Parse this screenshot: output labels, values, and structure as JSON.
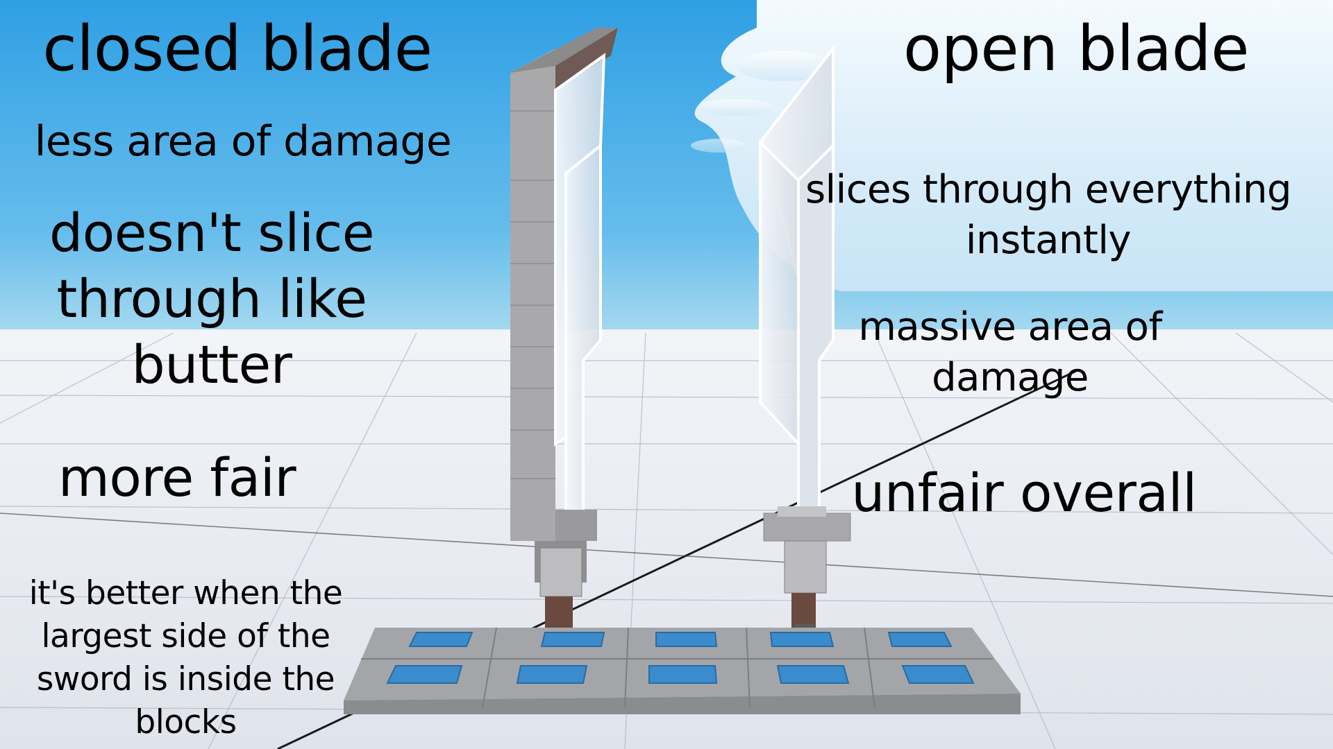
{
  "left_panel": {
    "title": "closed blade",
    "points": [
      "less area of damage",
      "doesn't slice through like butter",
      "more fair",
      "it's better when the largest side of the sword is inside the blocks"
    ]
  },
  "right_panel": {
    "title": "open blade",
    "points": [
      "slices through everything instantly",
      "massive area of damage",
      "unfair overall"
    ]
  },
  "colors": {
    "sky_top": "#2f9fe4",
    "sky_horizon": "#9fd6ef",
    "floor": "#e2e6ee",
    "blade_panel": "#a4a4a6",
    "glass_blade": "#e9eef4",
    "base_pad": "#3a8ccc",
    "text": "#000000"
  },
  "objects": {
    "closed_blade": "closed-blade-sword",
    "open_blade": "open-blade-sword",
    "base_platform": "block-base-platform"
  }
}
